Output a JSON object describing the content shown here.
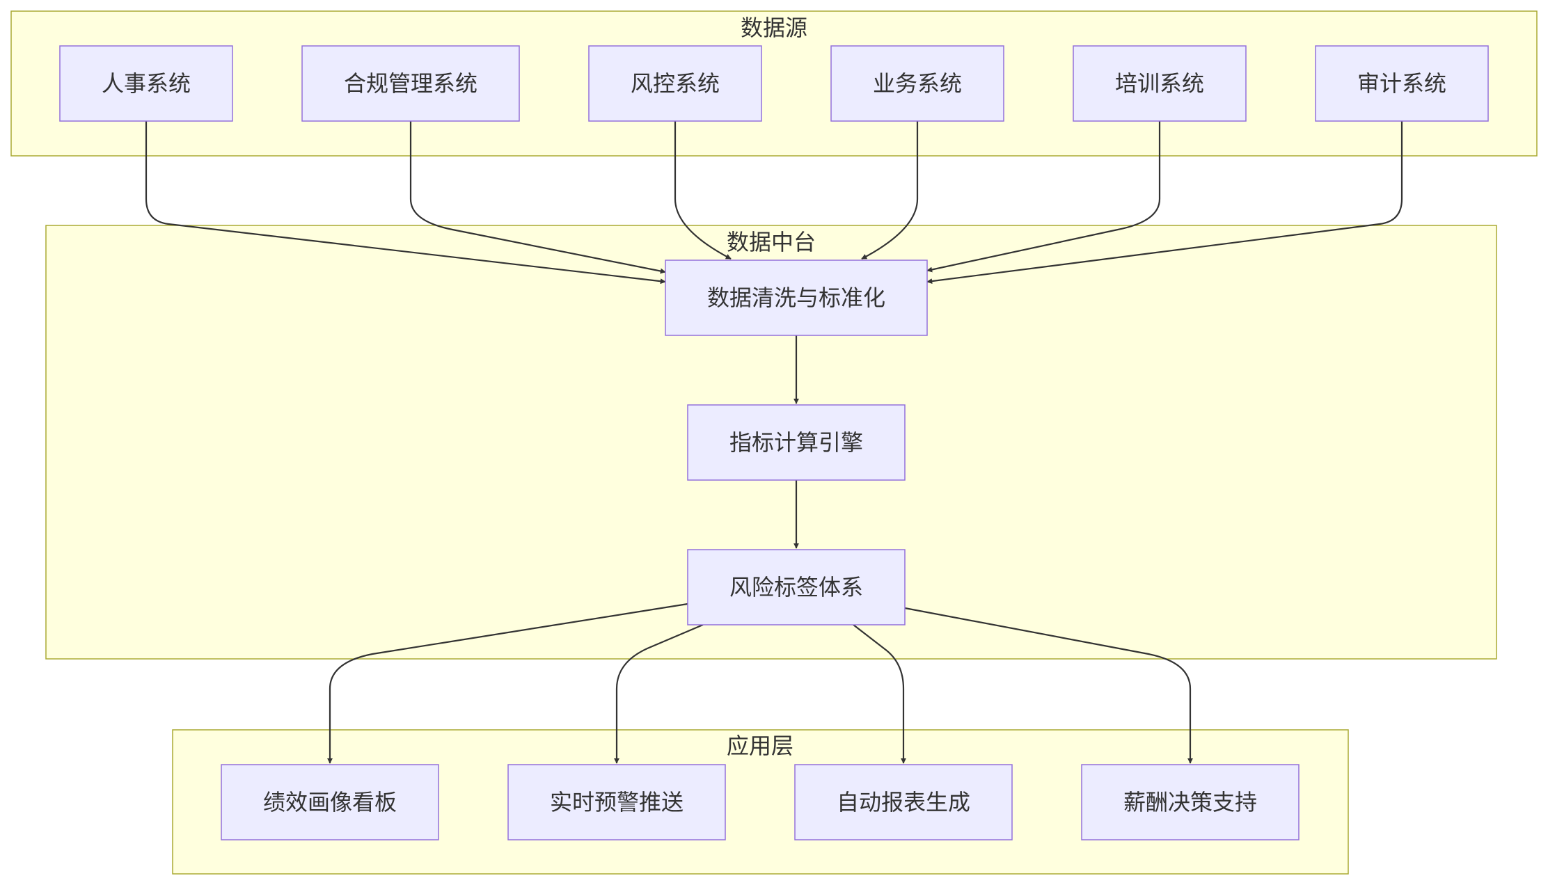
{
  "colors": {
    "cluster_fill": "#ffffde",
    "cluster_stroke": "#aaaa33",
    "node_fill": "#ececff",
    "node_stroke": "#9370db",
    "edge": "#333333",
    "text": "#333333"
  },
  "clusters": {
    "sources": {
      "label": "数据源"
    },
    "platform": {
      "label": "数据中台"
    },
    "apps": {
      "label": "应用层"
    }
  },
  "nodes": {
    "hr": "人事系统",
    "compliance": "合规管理系统",
    "risk_control": "风控系统",
    "business": "业务系统",
    "training": "培训系统",
    "audit": "审计系统",
    "cleansing": "数据清洗与标准化",
    "metrics": "指标计算引擎",
    "risk_tags": "风险标签体系",
    "dashboard": "绩效画像看板",
    "alerts": "实时预警推送",
    "reports": "自动报表生成",
    "compensation": "薪酬决策支持"
  },
  "edges": [
    {
      "from": "hr",
      "to": "cleansing"
    },
    {
      "from": "compliance",
      "to": "cleansing"
    },
    {
      "from": "risk_control",
      "to": "cleansing"
    },
    {
      "from": "business",
      "to": "cleansing"
    },
    {
      "from": "training",
      "to": "cleansing"
    },
    {
      "from": "audit",
      "to": "cleansing"
    },
    {
      "from": "cleansing",
      "to": "metrics"
    },
    {
      "from": "metrics",
      "to": "risk_tags"
    },
    {
      "from": "risk_tags",
      "to": "dashboard"
    },
    {
      "from": "risk_tags",
      "to": "alerts"
    },
    {
      "from": "risk_tags",
      "to": "reports"
    },
    {
      "from": "risk_tags",
      "to": "compensation"
    }
  ]
}
